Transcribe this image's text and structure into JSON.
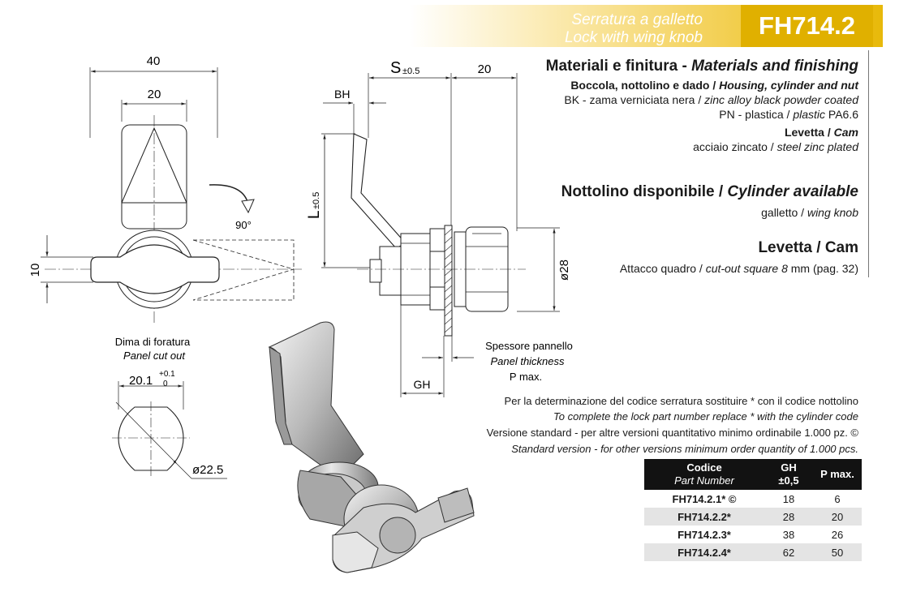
{
  "header": {
    "title_it": "Serratura a galletto",
    "title_en": "Lock with wing knob",
    "code": "FH714.2"
  },
  "materials": {
    "title_it": "Materiali e finitura - ",
    "title_en": "Materials and finishing",
    "housing_label_it": "Boccola, nottolino e dado / ",
    "housing_label_en": "Housing, cylinder and nut",
    "bk_it": "BK - zama verniciata nera / ",
    "bk_en": "zinc alloy black powder coated",
    "pn_it": "PN - plastica / ",
    "pn_en": "plastic",
    "pn_mat": " PA6.6",
    "cam_label_it": "Levetta / ",
    "cam_label_en": "Cam",
    "cam_it": "acciaio zincato / ",
    "cam_en": "steel zinc plated"
  },
  "cylinder": {
    "title_it": "Nottolino disponibile / ",
    "title_en": "Cylinder available",
    "text_it": "galletto / ",
    "text_en": "wing knob"
  },
  "cam": {
    "title": "Levetta / Cam",
    "text_it": "Attacco quadro / ",
    "text_en": "cut-out square 8",
    "text_suffix": " mm (pag. 32)"
  },
  "notes": {
    "line1": "Per la determinazione del codice serratura sostituire * con il codice nottolino",
    "line2": "To complete the lock part number replace * with the cylinder code",
    "line3": "Versione standard - per altre versioni quantitativo minimo ordinabile 1.000 pz. ©",
    "line4": "Standard version - for other versions minimum order quantity of 1.000 pcs."
  },
  "table": {
    "headers": {
      "code_it": "Codice",
      "code_en": "Part Number",
      "gh": "GH",
      "gh_tol": "±0,5",
      "pmax": "P max."
    },
    "rows": [
      {
        "code": "FH714.2.1* ©",
        "gh": "18",
        "pmax": "6"
      },
      {
        "code": "FH714.2.2*",
        "gh": "28",
        "pmax": "20"
      },
      {
        "code": "FH714.2.3*",
        "gh": "38",
        "pmax": "26"
      },
      {
        "code": "FH714.2.4*",
        "gh": "62",
        "pmax": "50"
      }
    ]
  },
  "drawing": {
    "dim_40": "40",
    "dim_20_top": "20",
    "dim_10": "10",
    "angle_90": "90°",
    "dim_s": "S",
    "dim_s_tol": "±0.5",
    "dim_20_side": "20",
    "dim_bh": "BH",
    "dim_l": "L",
    "dim_l_tol": "±0.5",
    "dim_d28": "ø28",
    "dim_gh": "GH",
    "panel_it": "Spessore pannello",
    "panel_en": "Panel thickness",
    "panel_p": "P max.",
    "cutout_it": "Dima di foratura",
    "cutout_en": "Panel cut out",
    "cutout_dim": "20.1",
    "cutout_tol_plus": "+0.1",
    "cutout_tol_zero": "0",
    "cutout_d": "ø22.5"
  }
}
